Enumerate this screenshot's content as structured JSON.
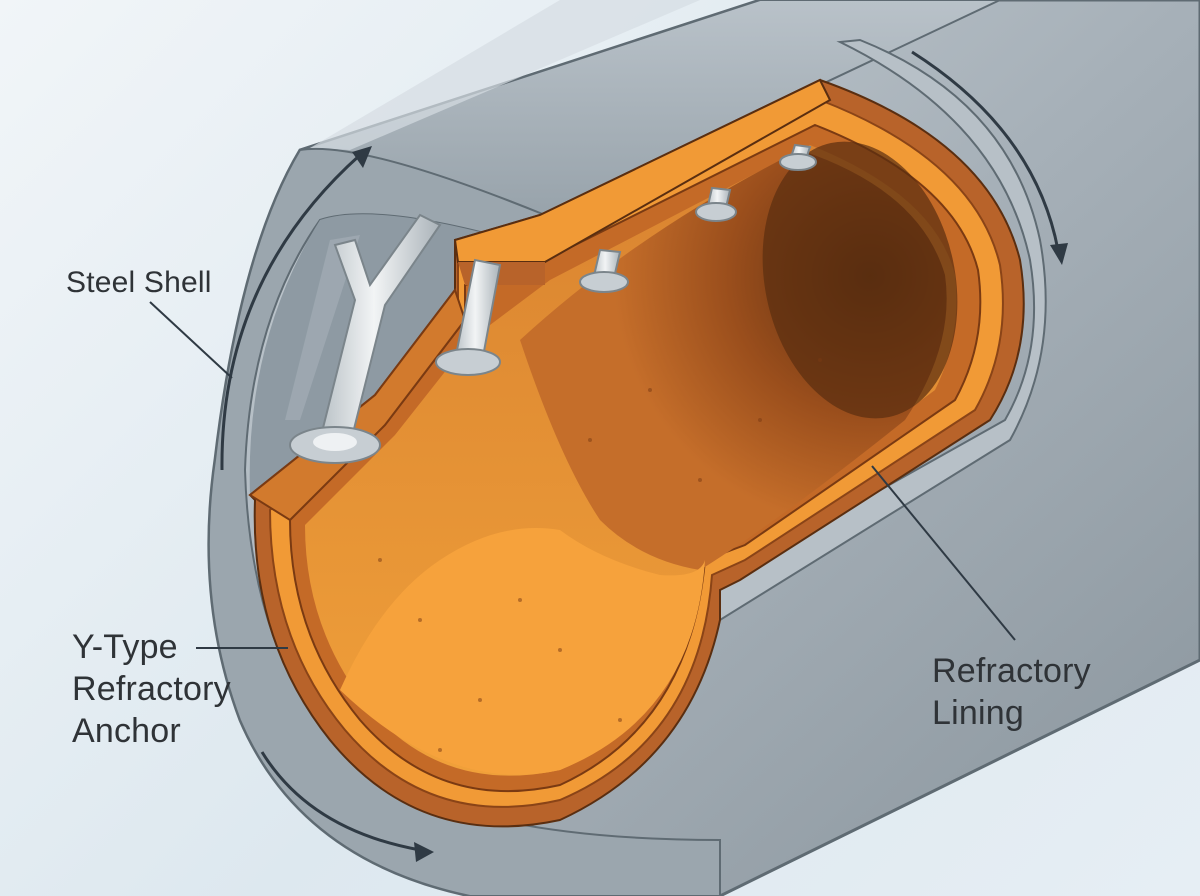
{
  "labels": {
    "steel_shell": "Steel Shell",
    "y_anchor": [
      "Y-Type",
      "Refractory",
      "Anchor"
    ],
    "refractory_lining": [
      "Refractory",
      "Lining"
    ]
  },
  "colors": {
    "background": "#e6eef4",
    "steel": "#a9b4bc",
    "steel_dark": "#6f7b84",
    "refractory_outer": "#b8632a",
    "refractory_band": "#f19a36",
    "refractory_inner": "#d9782a",
    "cavity_shadow": "#5a2e10",
    "anchor_metal": "#d6dce0",
    "leader_line": "#2f3a44"
  }
}
